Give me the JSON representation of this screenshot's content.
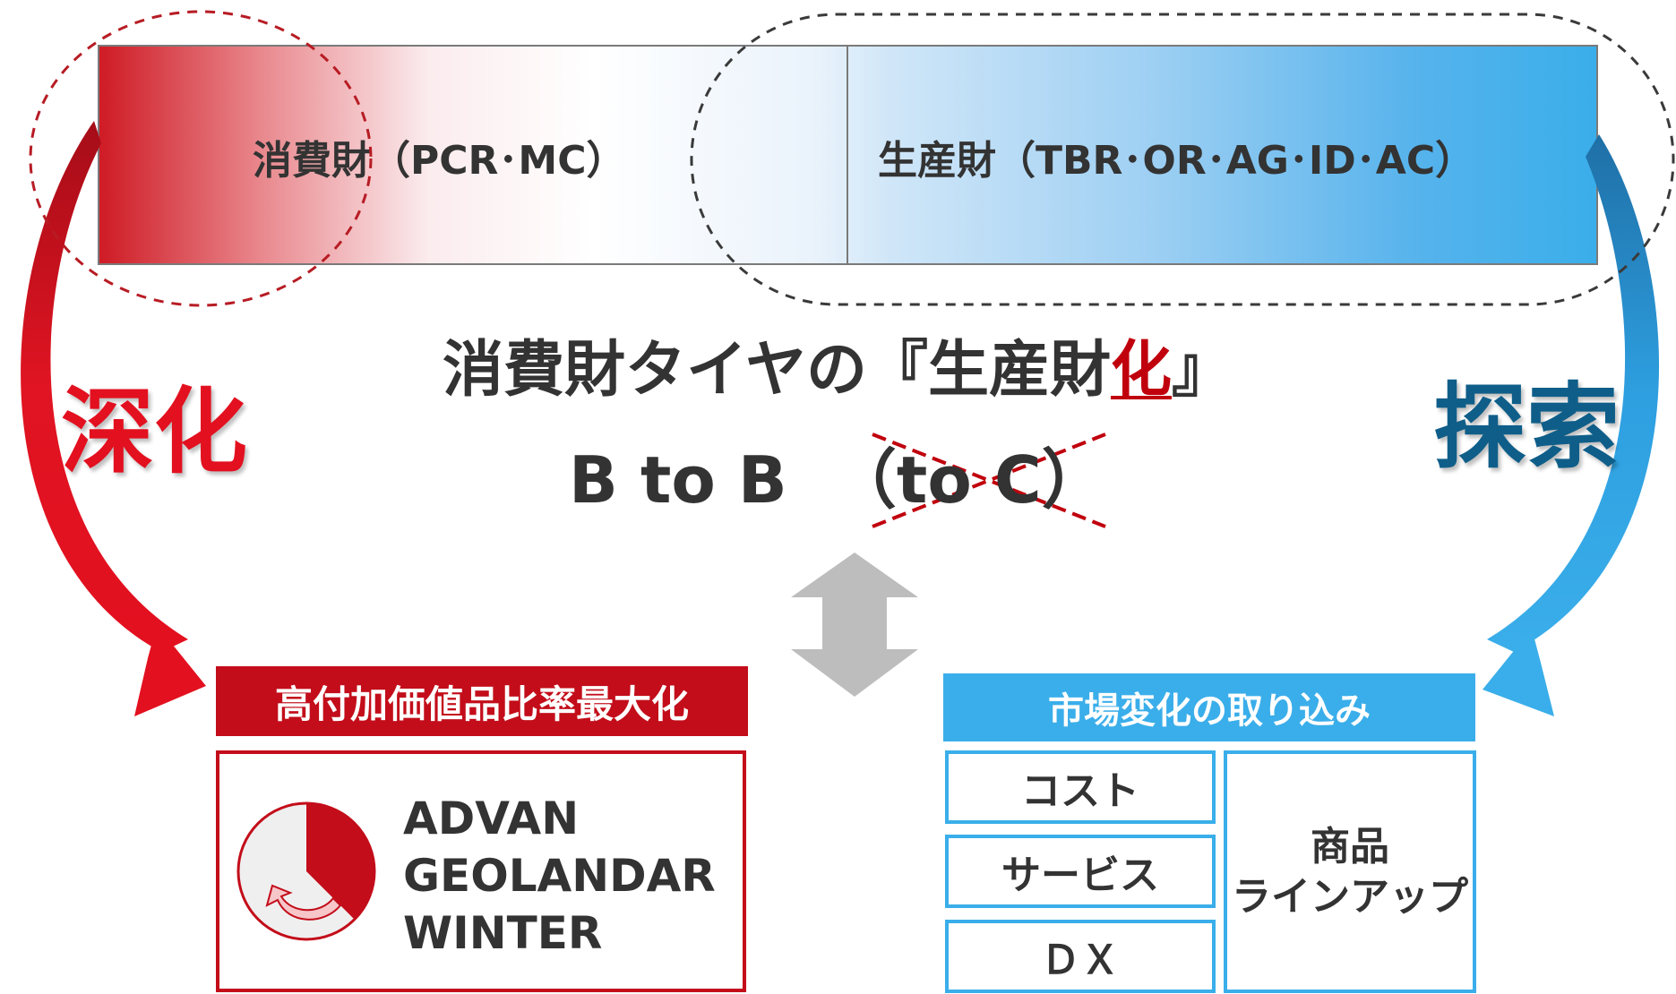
{
  "top_bar": {
    "consumer_label": "消費財（PCR･MC）",
    "producer_label": "生産財（TBR･OR･AG･ID･AC）"
  },
  "center": {
    "title_main": "消費財タイヤの『生産財",
    "title_emph": "化",
    "title_end": "』",
    "sub_btob": "B to B",
    "sub_toc": "（to C）"
  },
  "left": {
    "deepen_label": "深化"
  },
  "right": {
    "explore_label": "探索"
  },
  "red_panel": {
    "header": "高付加価値品比率最大化",
    "brands": [
      "ADVAN",
      "GEOLANDAR",
      "WINTER"
    ]
  },
  "blue_panel": {
    "header": "市場変化の取り込み",
    "cells": [
      "コスト",
      "サービス",
      "ＤＸ"
    ],
    "lineup_line1": "商品",
    "lineup_line2": "ラインアップ"
  },
  "colors": {
    "red": "#c30d1a",
    "blue": "#3aaeea",
    "navy": "#0f5e89",
    "gray": "#bdbdbd"
  }
}
